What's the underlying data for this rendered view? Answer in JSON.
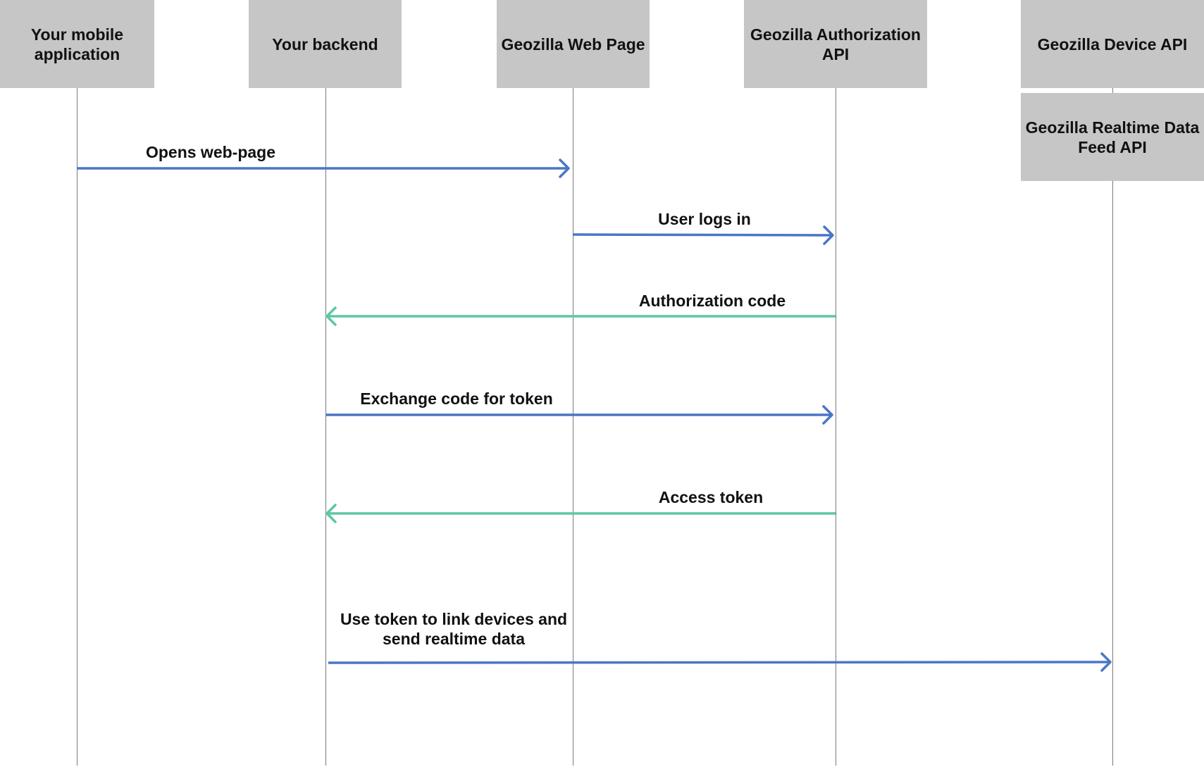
{
  "diagram": {
    "participants": [
      {
        "id": "mobile",
        "label": "Your mobile\napplication"
      },
      {
        "id": "backend",
        "label": "Your backend"
      },
      {
        "id": "webpage",
        "label": "Geozilla Web Page"
      },
      {
        "id": "auth",
        "label": "Geozilla Authorization\nAPI"
      },
      {
        "id": "device",
        "label": "Geozilla Device API"
      },
      {
        "id": "realtime",
        "label": "Geozilla Realtime Data\nFeed API"
      }
    ],
    "messages": [
      {
        "from": "mobile",
        "to": "webpage",
        "label": "Opens web-page",
        "kind": "request"
      },
      {
        "from": "webpage",
        "to": "auth",
        "label": "User logs in",
        "kind": "request"
      },
      {
        "from": "auth",
        "to": "backend",
        "label": "Authorization code",
        "kind": "response"
      },
      {
        "from": "backend",
        "to": "auth",
        "label": "Exchange code for token",
        "kind": "request"
      },
      {
        "from": "auth",
        "to": "backend",
        "label": "Access token",
        "kind": "response"
      },
      {
        "from": "backend",
        "to": "realtime",
        "label": "Use token to link devices and\nsend realtime data",
        "kind": "request"
      }
    ],
    "colors": {
      "request": "#4a76c5",
      "response": "#5ec7a3",
      "box": "#c6c6c6",
      "lifeline": "#7a7a7a"
    }
  }
}
